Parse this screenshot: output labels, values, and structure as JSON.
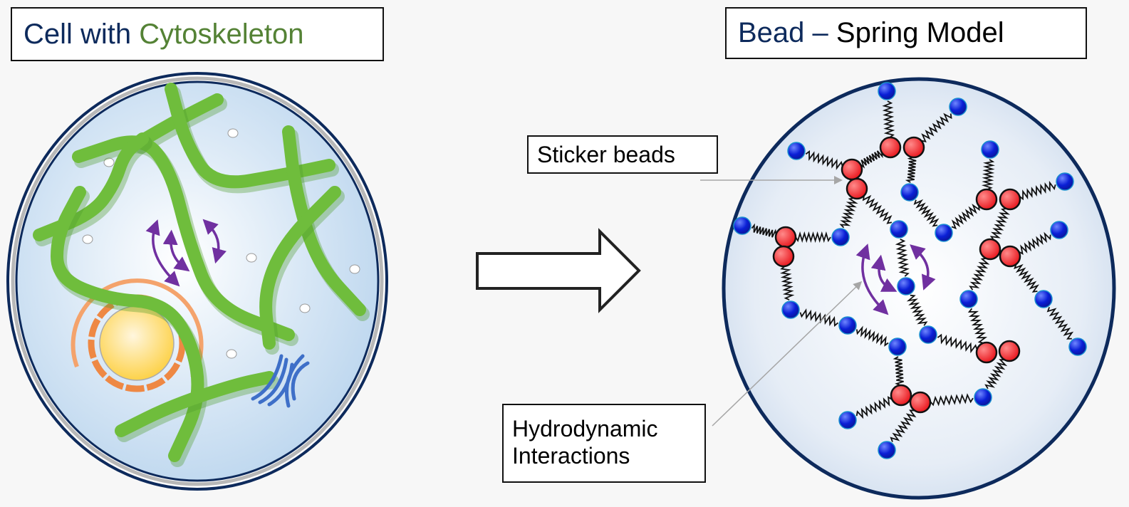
{
  "left_panel": {
    "title_part1": "Cell with",
    "title_part2": "Cytoskeleton"
  },
  "right_panel": {
    "title_part1": "Bead",
    "title_dash": " – ",
    "title_part2": "Spring Model"
  },
  "annotations": {
    "sticker_beads": "Sticker beads",
    "hydrodynamic_line1": "Hydrodynamic",
    "hydrodynamic_line2": "Interactions"
  },
  "colors": {
    "navy": "#0d2a5c",
    "green_text": "#548235",
    "filament": "#6fbd3c",
    "sticker_bead": "#e8141b",
    "spacer_bead": "#0a1fd6",
    "interaction_arrow": "#7030a0"
  }
}
